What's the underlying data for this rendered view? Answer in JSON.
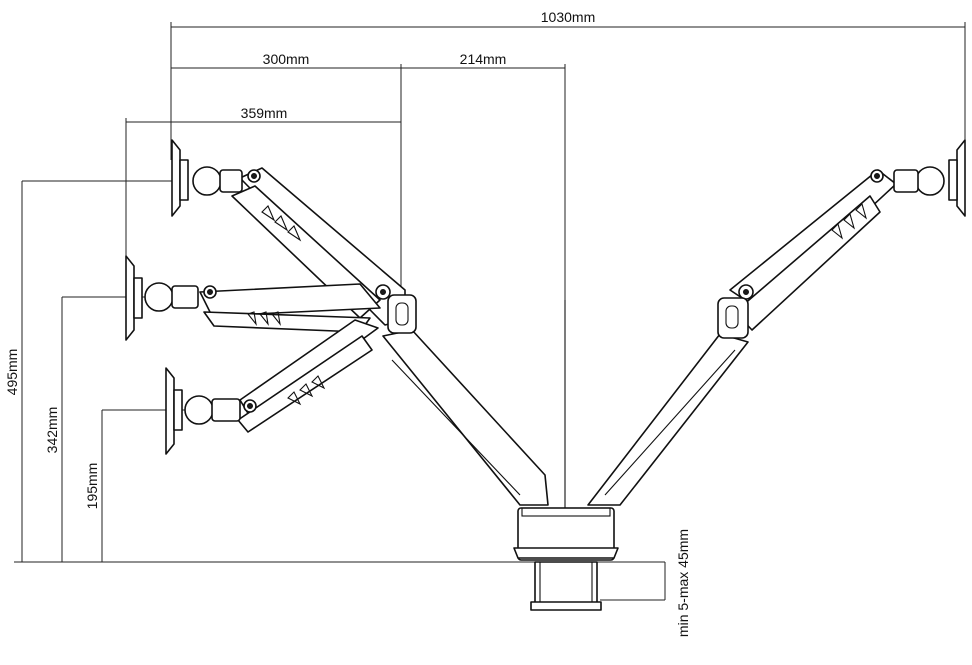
{
  "diagram": {
    "dimensions": {
      "total_width": "1030mm",
      "arm_reach": "300mm",
      "pole_offset": "214mm",
      "lower_reach": "359mm",
      "max_height": "495mm",
      "mid_height": "342mm",
      "min_height": "195mm",
      "desk_thickness": "min 5-max 45mm"
    }
  }
}
